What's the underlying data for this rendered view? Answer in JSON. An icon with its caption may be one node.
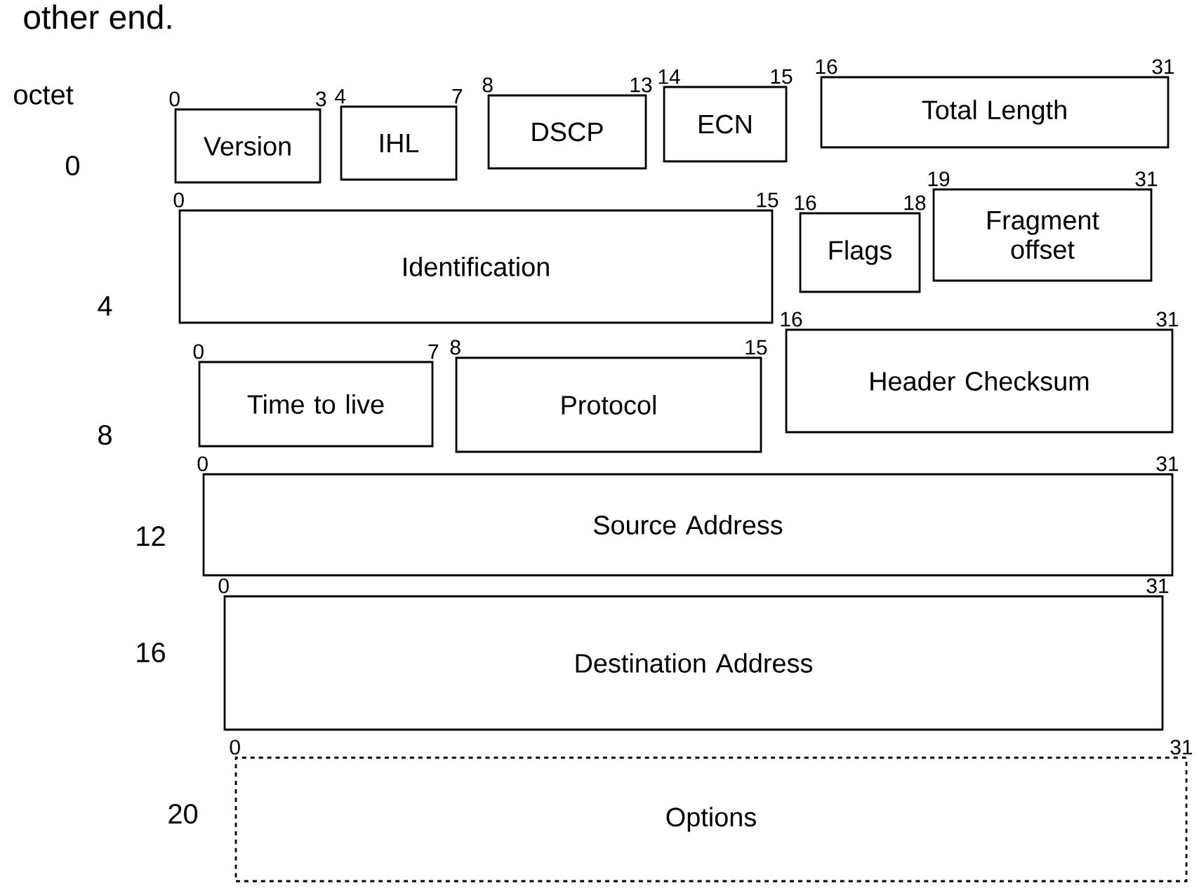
{
  "diagram": {
    "nodes": [
      {
        "text": [
          "Version"
        ],
        "beside": [
          "0",
          "3"
        ]
      },
      {
        "text": [
          "IHL"
        ],
        "beside": [
          "4",
          "7"
        ]
      },
      {
        "text": [
          "DSCP"
        ],
        "beside": [
          "8",
          "13"
        ]
      },
      {
        "text": [
          "ECN"
        ],
        "beside": [
          "14",
          "15"
        ]
      },
      {
        "text": [
          "Total Length"
        ],
        "beside": [
          "16",
          "31"
        ]
      },
      {
        "text": [
          "Identification"
        ],
        "beside": [
          "0",
          "15"
        ]
      },
      {
        "text": [
          "Flags"
        ],
        "beside": [
          "16",
          "18"
        ]
      },
      {
        "text": [
          "Fragment offset"
        ],
        "beside": [
          "19",
          "31"
        ]
      },
      {
        "text": [
          "Time to live"
        ],
        "beside": [
          "0",
          "7"
        ]
      },
      {
        "text": [
          "Protocol"
        ],
        "beside": [
          "8",
          "15"
        ]
      },
      {
        "text": [
          "Header Checksum"
        ],
        "beside": [
          "16",
          "31"
        ]
      },
      {
        "text": [
          "Source Address"
        ],
        "beside": [
          "0",
          "31"
        ]
      },
      {
        "text": [
          "Destination Address"
        ],
        "beside": [
          "0",
          "31"
        ]
      },
      {
        "text": [
          "Options"
        ],
        "beside": [
          "0",
          "31"
        ]
      }
    ],
    "labels": [
      "other end.",
      "octet",
      "0",
      "4",
      "8",
      "12",
      "16",
      "20"
    ]
  }
}
